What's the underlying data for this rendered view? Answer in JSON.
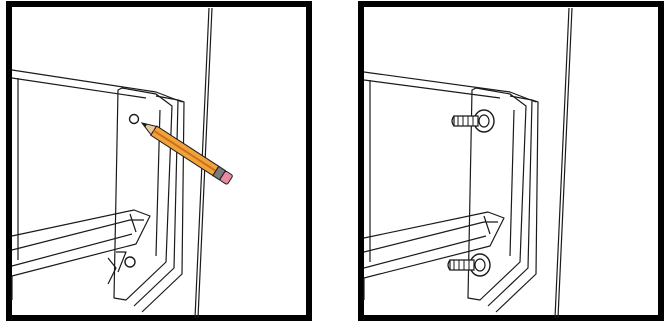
{
  "figure": {
    "panels": [
      {
        "id": "mark-holes",
        "step_icon": "pencil-icon",
        "depicts": [
          "cabinet-frame",
          "mounting-bracket",
          "upper-hole-mark",
          "lower-hole-mark",
          "drawer-rail"
        ]
      },
      {
        "id": "install-anchors",
        "step_icon": "wall-anchor-icon",
        "depicts": [
          "cabinet-frame",
          "mounting-bracket",
          "upper-wall-anchor",
          "lower-wall-anchor",
          "drawer-rail"
        ]
      }
    ],
    "colors": {
      "line": "#1a1a1a",
      "frame_border": "#000000",
      "pencil_body": "#f2a23a",
      "pencil_stripe": "#c8741a",
      "pencil_ferrule": "#7a7a7a",
      "pencil_eraser": "#e98aa0",
      "anchor_fill": "#ffffff",
      "background": "#ffffff"
    }
  }
}
